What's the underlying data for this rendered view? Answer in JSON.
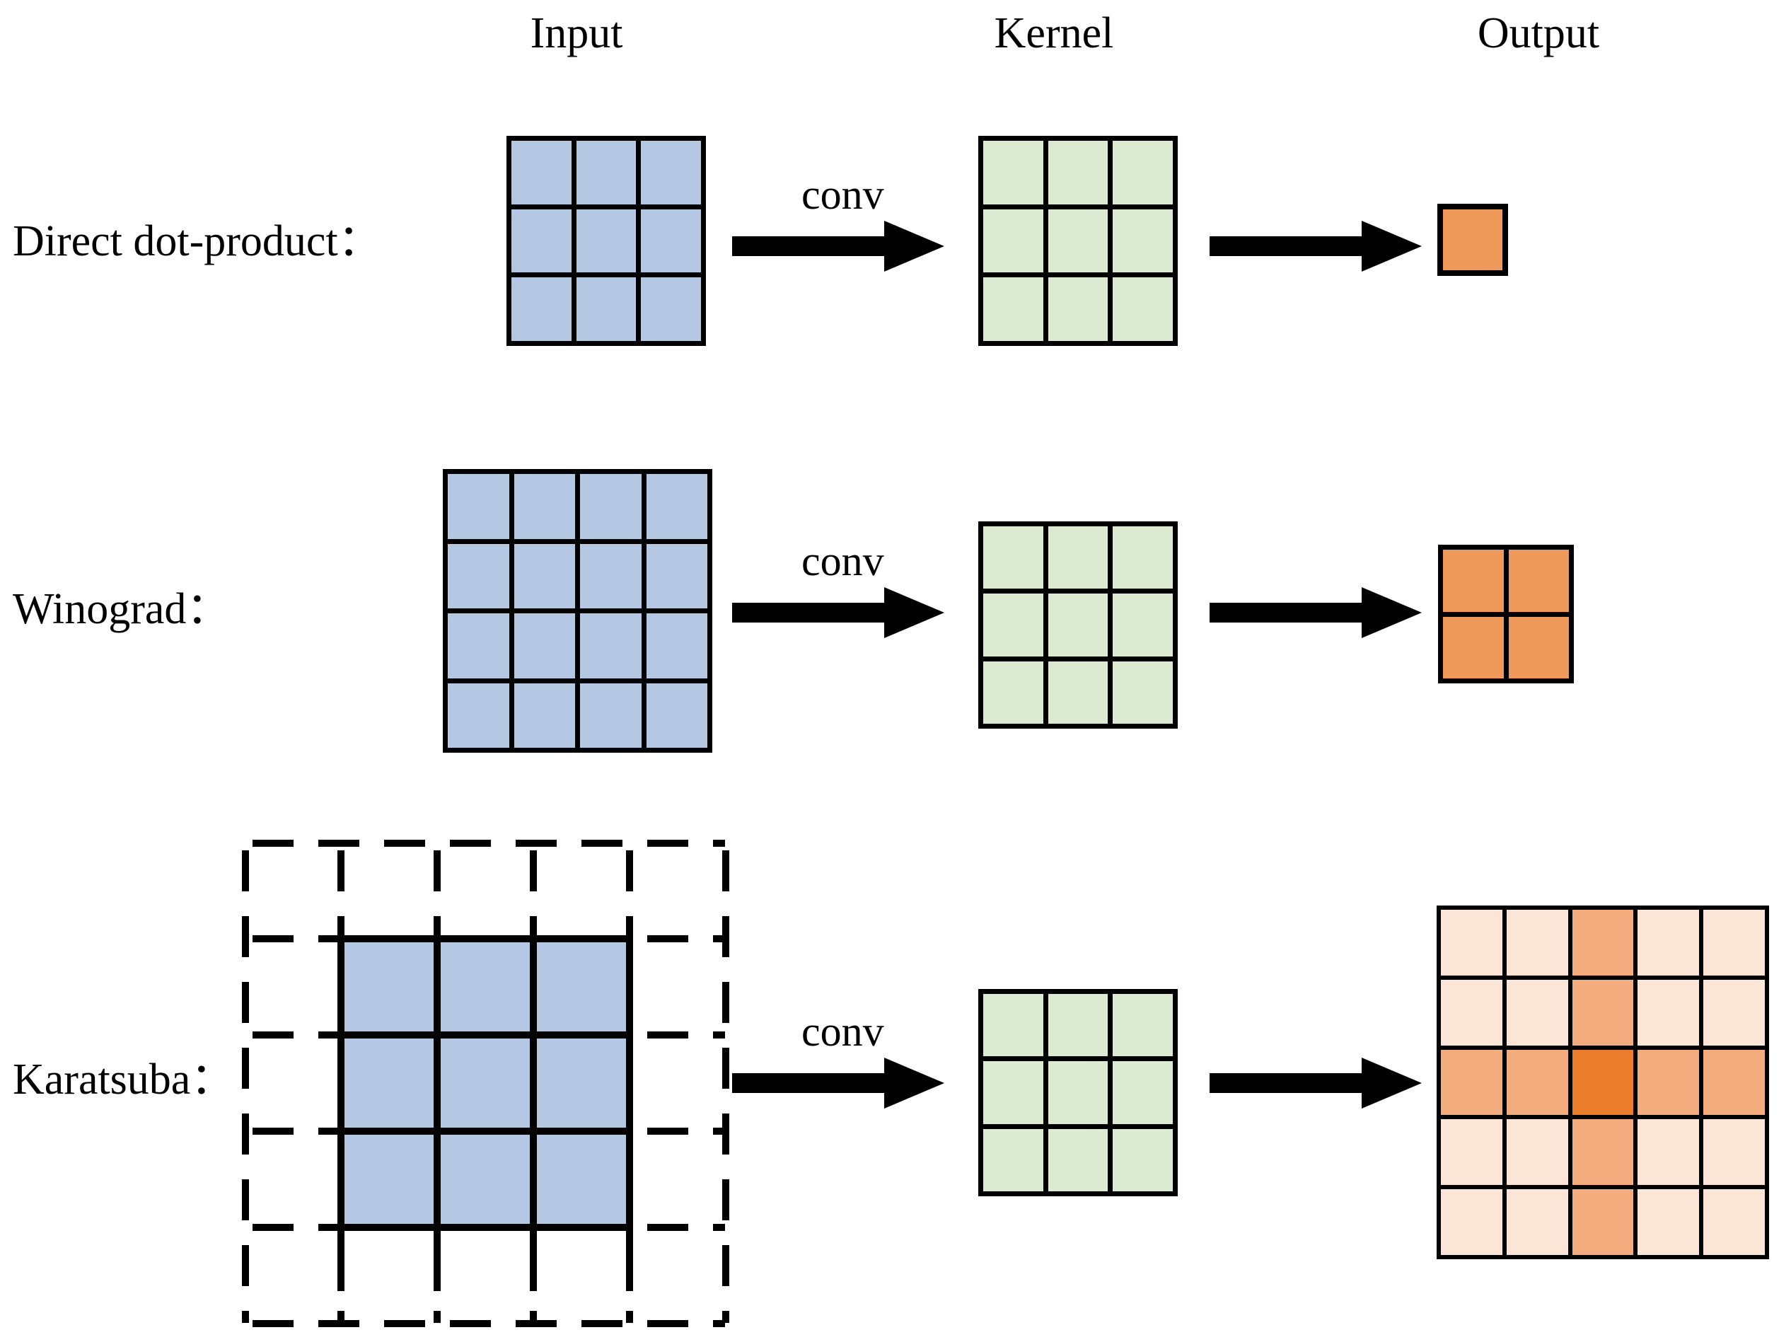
{
  "figure": {
    "title": "Convolution computation methods comparison",
    "background_color": "#ffffff"
  },
  "columns": [
    {
      "label": "Input"
    },
    {
      "label": "Kernel"
    },
    {
      "label": "Output"
    }
  ],
  "rows": [
    {
      "label": "Direct dot-product："
    },
    {
      "label": "Winograd："
    },
    {
      "label": "Karatsuba："
    }
  ],
  "arrows": {
    "conv_label": "conv",
    "plain_label": ""
  },
  "colors": {
    "input_blue": "#b4c7e3",
    "kernel_green": "#dcead1",
    "output_orange": "#ef9a5b",
    "heat_low": "#fae5d6",
    "heat_mid": "#f2ac7e",
    "heat_high": "#ea7c2c",
    "stroke_black": "#000000"
  },
  "chart_data": {
    "type": "heatmap",
    "title": "Convolution methods: Input / Kernel / Output tensor shapes",
    "xlabel": "",
    "ylabel": "",
    "grid": true,
    "legend_position": "none",
    "series": [
      {
        "name": "Direct dot-product",
        "input": {
          "rows": 3,
          "cols": 3,
          "fill": "#b4c7e3",
          "style": "solid"
        },
        "kernel": {
          "rows": 3,
          "cols": 3,
          "fill": "#dcead1",
          "style": "solid"
        },
        "output": {
          "rows": 1,
          "cols": 1,
          "fill": "#ef9a5b",
          "style": "solid"
        }
      },
      {
        "name": "Winograd",
        "input": {
          "rows": 4,
          "cols": 4,
          "fill": "#b4c7e3",
          "style": "solid"
        },
        "kernel": {
          "rows": 3,
          "cols": 3,
          "fill": "#dcead1",
          "style": "solid"
        },
        "output": {
          "rows": 2,
          "cols": 2,
          "fill": "#ef9a5b",
          "style": "solid"
        }
      },
      {
        "name": "Karatsuba",
        "input": {
          "rows": 5,
          "cols": 5,
          "style": "dashed",
          "inner_rows": 3,
          "inner_cols": 3,
          "inner_offset_row": 1,
          "inner_offset_col": 1,
          "inner_fill": "#b4c7e3"
        },
        "kernel": {
          "rows": 3,
          "cols": 3,
          "fill": "#dcead1",
          "style": "solid"
        },
        "output": {
          "rows": 5,
          "cols": 5,
          "style": "solid",
          "values": [
            [
              0.15,
              0.15,
              0.55,
              0.15,
              0.15
            ],
            [
              0.15,
              0.15,
              0.55,
              0.15,
              0.15
            ],
            [
              0.55,
              0.55,
              1.0,
              0.55,
              0.55
            ],
            [
              0.15,
              0.15,
              0.55,
              0.15,
              0.15
            ],
            [
              0.15,
              0.15,
              0.55,
              0.15,
              0.15
            ]
          ],
          "palette": {
            "0.15": "#fae5d6",
            "0.55": "#f2ac7e",
            "1": "#ea7c2c"
          }
        }
      }
    ]
  }
}
